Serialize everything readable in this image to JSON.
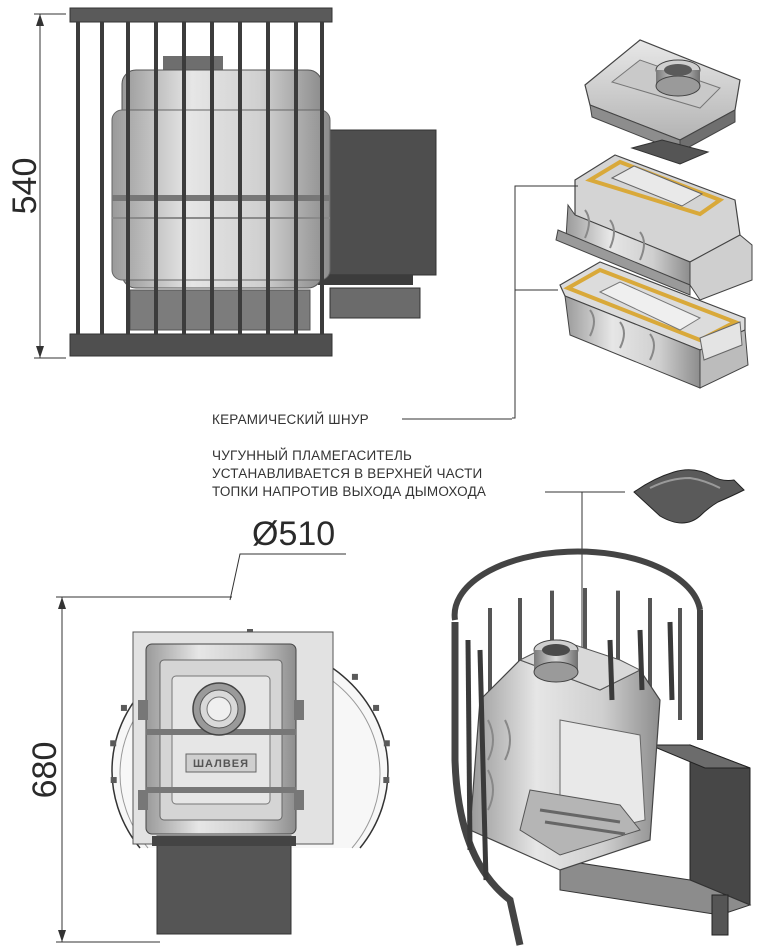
{
  "dimensions": {
    "height_side": "540",
    "diameter_top": "Ø510",
    "depth_top": "680"
  },
  "labels": {
    "ceramic_cord": "КЕРАМИЧЕСКИЙ ШНУР",
    "flame_arrester_line1": "ЧУГУННЫЙ ПЛАМЕГАСИТЕЛЬ",
    "flame_arrester_line2": "УСТАНАВЛИВАЕТСЯ В ВЕРХНЕЙ ЧАСТИ",
    "flame_arrester_line3": "ТОПКИ НАПРОТИВ ВЫХОДА ДЫМОХОДА"
  },
  "brand": {
    "logo_text": "ШАЛВЕЯ"
  },
  "colors": {
    "line": "#333333",
    "metal_dark": "#4a4a4a",
    "metal_mid": "#8a8a8a",
    "metal_light": "#d6d6d6",
    "cord": "#d9a93a"
  }
}
